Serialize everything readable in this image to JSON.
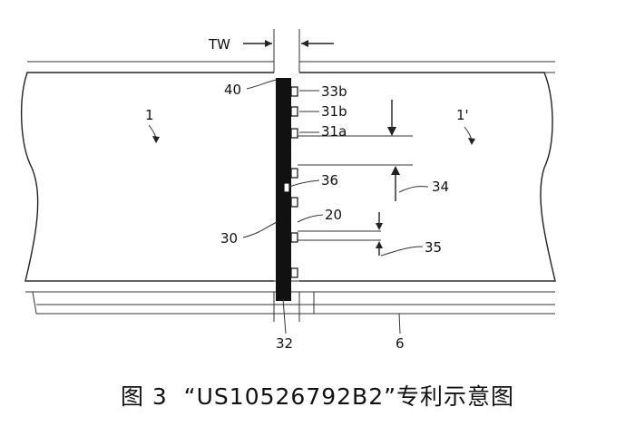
{
  "labels": {
    "tw": "TW",
    "l40": "40",
    "l33b": "33b",
    "l31b": "31b",
    "l31a": "31a",
    "l1": "1",
    "l1p": "1'",
    "l36": "36",
    "l34": "34",
    "l20": "20",
    "l30": "30",
    "l35": "35",
    "l32": "32",
    "l6": "6"
  },
  "caption": "图 3  “US10526792B2”专利示意图",
  "colors": {
    "ink": "#111111",
    "background": "#ffffff"
  }
}
